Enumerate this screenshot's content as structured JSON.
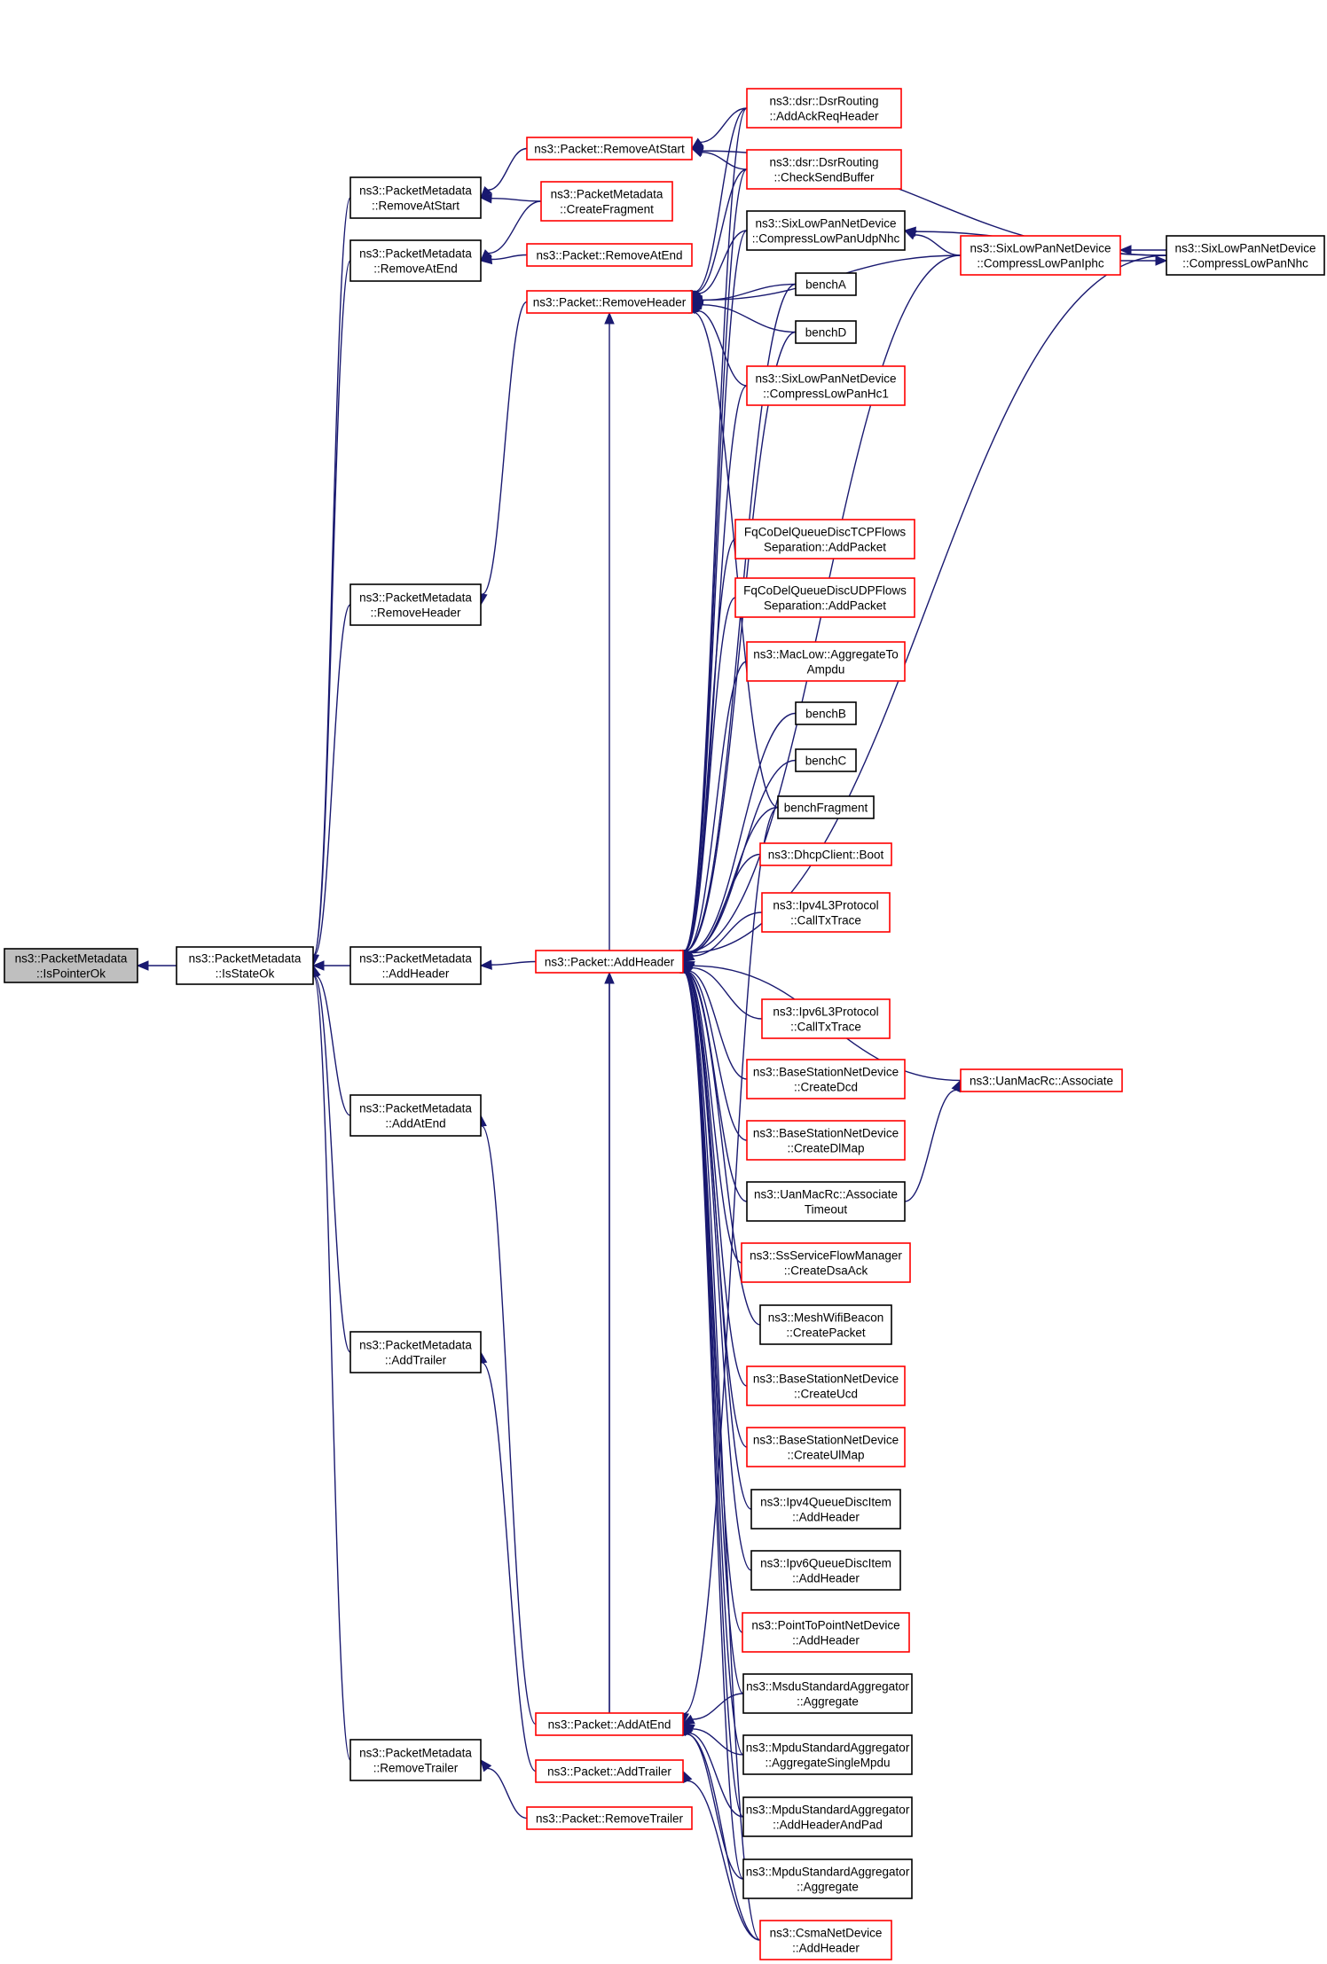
{
  "colors": {
    "edge": "#191970",
    "border_black": "#000000",
    "border_red": "#ff0000",
    "fill_focus": "#bfbfbf",
    "fill_default": "#ffffff"
  },
  "nodes": [
    {
      "id": "isPointerOk",
      "lines": [
        "ns3::PacketMetadata",
        "::IsPointerOk"
      ],
      "border": "black",
      "focus": true
    },
    {
      "id": "isStateOk",
      "lines": [
        "ns3::PacketMetadata",
        "::IsStateOk"
      ],
      "border": "black"
    },
    {
      "id": "pmRemoveAtStart",
      "lines": [
        "ns3::PacketMetadata",
        "::RemoveAtStart"
      ],
      "border": "black"
    },
    {
      "id": "pmRemoveAtEnd",
      "lines": [
        "ns3::PacketMetadata",
        "::RemoveAtEnd"
      ],
      "border": "black"
    },
    {
      "id": "pmRemoveHeader",
      "lines": [
        "ns3::PacketMetadata",
        "::RemoveHeader"
      ],
      "border": "black"
    },
    {
      "id": "pmAddHeader",
      "lines": [
        "ns3::PacketMetadata",
        "::AddHeader"
      ],
      "border": "black"
    },
    {
      "id": "pmAddAtEnd",
      "lines": [
        "ns3::PacketMetadata",
        "::AddAtEnd"
      ],
      "border": "black"
    },
    {
      "id": "pmAddTrailer",
      "lines": [
        "ns3::PacketMetadata",
        "::AddTrailer"
      ],
      "border": "black"
    },
    {
      "id": "pmRemoveTrailer",
      "lines": [
        "ns3::PacketMetadata",
        "::RemoveTrailer"
      ],
      "border": "black"
    },
    {
      "id": "pRemoveAtStart",
      "lines": [
        "ns3::Packet::RemoveAtStart"
      ],
      "border": "red"
    },
    {
      "id": "pmCreateFragment",
      "lines": [
        "ns3::PacketMetadata",
        "::CreateFragment"
      ],
      "border": "red"
    },
    {
      "id": "pRemoveAtEnd",
      "lines": [
        "ns3::Packet::RemoveAtEnd"
      ],
      "border": "red"
    },
    {
      "id": "pRemoveHeader",
      "lines": [
        "ns3::Packet::RemoveHeader"
      ],
      "border": "red"
    },
    {
      "id": "pAddHeader",
      "lines": [
        "ns3::Packet::AddHeader"
      ],
      "border": "red"
    },
    {
      "id": "pAddAtEnd",
      "lines": [
        "ns3::Packet::AddAtEnd"
      ],
      "border": "red"
    },
    {
      "id": "pAddTrailer",
      "lines": [
        "ns3::Packet::AddTrailer"
      ],
      "border": "red"
    },
    {
      "id": "pRemoveTrailer",
      "lines": [
        "ns3::Packet::RemoveTrailer"
      ],
      "border": "red"
    },
    {
      "id": "dsrAddAck",
      "lines": [
        "ns3::dsr::DsrRouting",
        "::AddAckReqHeader"
      ],
      "border": "red"
    },
    {
      "id": "dsrCheckSend",
      "lines": [
        "ns3::dsr::DsrRouting",
        "::CheckSendBuffer"
      ],
      "border": "red"
    },
    {
      "id": "sixUdpNhc",
      "lines": [
        "ns3::SixLowPanNetDevice",
        "::CompressLowPanUdpNhc"
      ],
      "border": "black"
    },
    {
      "id": "benchA",
      "lines": [
        "benchA"
      ],
      "border": "black"
    },
    {
      "id": "benchD",
      "lines": [
        "benchD"
      ],
      "border": "black"
    },
    {
      "id": "sixHc1",
      "lines": [
        "ns3::SixLowPanNetDevice",
        "::CompressLowPanHc1"
      ],
      "border": "red"
    },
    {
      "id": "fqTcp",
      "lines": [
        "FqCoDelQueueDiscTCPFlows",
        "Separation::AddPacket"
      ],
      "border": "red"
    },
    {
      "id": "fqUdp",
      "lines": [
        "FqCoDelQueueDiscUDPFlows",
        "Separation::AddPacket"
      ],
      "border": "red"
    },
    {
      "id": "macLow",
      "lines": [
        "ns3::MacLow::AggregateTo",
        "Ampdu"
      ],
      "border": "red"
    },
    {
      "id": "benchB",
      "lines": [
        "benchB"
      ],
      "border": "black"
    },
    {
      "id": "benchC",
      "lines": [
        "benchC"
      ],
      "border": "black"
    },
    {
      "id": "benchFragment",
      "lines": [
        "benchFragment"
      ],
      "border": "black"
    },
    {
      "id": "dhcpBoot",
      "lines": [
        "ns3::DhcpClient::Boot"
      ],
      "border": "red"
    },
    {
      "id": "ipv4CallTx",
      "lines": [
        "ns3::Ipv4L3Protocol",
        "::CallTxTrace"
      ],
      "border": "red"
    },
    {
      "id": "ipv6CallTx",
      "lines": [
        "ns3::Ipv6L3Protocol",
        "::CallTxTrace"
      ],
      "border": "red"
    },
    {
      "id": "bsCreateDcd",
      "lines": [
        "ns3::BaseStationNetDevice",
        "::CreateDcd"
      ],
      "border": "red"
    },
    {
      "id": "bsCreateDlMap",
      "lines": [
        "ns3::BaseStationNetDevice",
        "::CreateDlMap"
      ],
      "border": "red"
    },
    {
      "id": "uanAssocTimeout",
      "lines": [
        "ns3::UanMacRc::Associate",
        "Timeout"
      ],
      "border": "black"
    },
    {
      "id": "ssCreateDsaAck",
      "lines": [
        "ns3::SsServiceFlowManager",
        "::CreateDsaAck"
      ],
      "border": "red"
    },
    {
      "id": "meshCreatePacket",
      "lines": [
        "ns3::MeshWifiBeacon",
        "::CreatePacket"
      ],
      "border": "black"
    },
    {
      "id": "bsCreateUcd",
      "lines": [
        "ns3::BaseStationNetDevice",
        "::CreateUcd"
      ],
      "border": "red"
    },
    {
      "id": "bsCreateUlMap",
      "lines": [
        "ns3::BaseStationNetDevice",
        "::CreateUlMap"
      ],
      "border": "red"
    },
    {
      "id": "ipv4QdAddHeader",
      "lines": [
        "ns3::Ipv4QueueDiscItem",
        "::AddHeader"
      ],
      "border": "black"
    },
    {
      "id": "ipv6QdAddHeader",
      "lines": [
        "ns3::Ipv6QueueDiscItem",
        "::AddHeader"
      ],
      "border": "black"
    },
    {
      "id": "p2pAddHeader",
      "lines": [
        "ns3::PointToPointNetDevice",
        "::AddHeader"
      ],
      "border": "red"
    },
    {
      "id": "msduAggregate",
      "lines": [
        "ns3::MsduStandardAggregator",
        "::Aggregate"
      ],
      "border": "black"
    },
    {
      "id": "mpduAggSingle",
      "lines": [
        "ns3::MpduStandardAggregator",
        "::AggregateSingleMpdu"
      ],
      "border": "black"
    },
    {
      "id": "mpduAddHdrPad",
      "lines": [
        "ns3::MpduStandardAggregator",
        "::AddHeaderAndPad"
      ],
      "border": "black"
    },
    {
      "id": "mpduAggregate",
      "lines": [
        "ns3::MpduStandardAggregator",
        "::Aggregate"
      ],
      "border": "black"
    },
    {
      "id": "csmaAddHeader",
      "lines": [
        "ns3::CsmaNetDevice",
        "::AddHeader"
      ],
      "border": "red"
    },
    {
      "id": "sixIphc",
      "lines": [
        "ns3::SixLowPanNetDevice",
        "::CompressLowPanIphc"
      ],
      "border": "red"
    },
    {
      "id": "sixNhc",
      "lines": [
        "ns3::SixLowPanNetDevice",
        "::CompressLowPanNhc"
      ],
      "border": "black"
    },
    {
      "id": "uanAssociate",
      "lines": [
        "ns3::UanMacRc::Associate"
      ],
      "border": "red"
    }
  ],
  "edges": [
    [
      "isStateOk",
      "isPointerOk"
    ],
    [
      "pmRemoveAtStart",
      "isStateOk"
    ],
    [
      "pmRemoveAtEnd",
      "isStateOk"
    ],
    [
      "pmRemoveHeader",
      "isStateOk"
    ],
    [
      "pmAddHeader",
      "isStateOk"
    ],
    [
      "pmAddAtEnd",
      "isStateOk"
    ],
    [
      "pmAddTrailer",
      "isStateOk"
    ],
    [
      "pmRemoveTrailer",
      "isStateOk"
    ],
    [
      "pRemoveAtStart",
      "pmRemoveAtStart"
    ],
    [
      "pmCreateFragment",
      "pmRemoveAtStart"
    ],
    [
      "pmCreateFragment",
      "pmRemoveAtEnd"
    ],
    [
      "pRemoveAtEnd",
      "pmRemoveAtEnd"
    ],
    [
      "pRemoveHeader",
      "pmRemoveHeader"
    ],
    [
      "pAddHeader",
      "pmAddHeader"
    ],
    [
      "pAddAtEnd",
      "pmAddAtEnd"
    ],
    [
      "pAddTrailer",
      "pmAddTrailer"
    ],
    [
      "pRemoveTrailer",
      "pmRemoveTrailer"
    ],
    [
      "dsrAddAck",
      "pRemoveAtStart"
    ],
    [
      "dsrCheckSend",
      "pRemoveAtStart"
    ],
    [
      "sixNhc",
      "pRemoveAtStart"
    ],
    [
      "dsrAddAck",
      "pRemoveHeader"
    ],
    [
      "dsrCheckSend",
      "pRemoveHeader"
    ],
    [
      "sixUdpNhc",
      "pRemoveHeader"
    ],
    [
      "benchA",
      "pRemoveHeader"
    ],
    [
      "benchD",
      "pRemoveHeader"
    ],
    [
      "sixHc1",
      "pRemoveHeader"
    ],
    [
      "sixIphc",
      "pRemoveHeader"
    ],
    [
      "benchFragment",
      "pRemoveHeader"
    ],
    [
      "pAddAtEnd",
      "pRemoveHeader"
    ],
    [
      "dsrAddAck",
      "pAddHeader"
    ],
    [
      "dsrCheckSend",
      "pAddHeader"
    ],
    [
      "sixUdpNhc",
      "pAddHeader"
    ],
    [
      "benchA",
      "pAddHeader"
    ],
    [
      "benchD",
      "pAddHeader"
    ],
    [
      "sixHc1",
      "pAddHeader"
    ],
    [
      "fqTcp",
      "pAddHeader"
    ],
    [
      "fqUdp",
      "pAddHeader"
    ],
    [
      "macLow",
      "pAddHeader"
    ],
    [
      "benchB",
      "pAddHeader"
    ],
    [
      "benchC",
      "pAddHeader"
    ],
    [
      "benchFragment",
      "pAddHeader"
    ],
    [
      "dhcpBoot",
      "pAddHeader"
    ],
    [
      "ipv4CallTx",
      "pAddHeader"
    ],
    [
      "ipv6CallTx",
      "pAddHeader"
    ],
    [
      "bsCreateDcd",
      "pAddHeader"
    ],
    [
      "bsCreateDlMap",
      "pAddHeader"
    ],
    [
      "uanAssocTimeout",
      "pAddHeader"
    ],
    [
      "ssCreateDsaAck",
      "pAddHeader"
    ],
    [
      "meshCreatePacket",
      "pAddHeader"
    ],
    [
      "bsCreateUcd",
      "pAddHeader"
    ],
    [
      "bsCreateUlMap",
      "pAddHeader"
    ],
    [
      "ipv4QdAddHeader",
      "pAddHeader"
    ],
    [
      "ipv6QdAddHeader",
      "pAddHeader"
    ],
    [
      "p2pAddHeader",
      "pAddHeader"
    ],
    [
      "msduAggregate",
      "pAddHeader"
    ],
    [
      "mpduAggSingle",
      "pAddHeader"
    ],
    [
      "mpduAddHdrPad",
      "pAddHeader"
    ],
    [
      "mpduAggregate",
      "pAddHeader"
    ],
    [
      "csmaAddHeader",
      "pAddHeader"
    ],
    [
      "sixIphc",
      "pAddHeader"
    ],
    [
      "sixNhc",
      "pAddHeader"
    ],
    [
      "uanAssociate",
      "pAddHeader"
    ],
    [
      "pAddAtEnd",
      "pAddHeader"
    ],
    [
      "sixIphc",
      "sixUdpNhc"
    ],
    [
      "sixNhc",
      "sixUdpNhc"
    ],
    [
      "sixNhc",
      "sixIphc"
    ],
    [
      "sixIphc",
      "sixNhc"
    ],
    [
      "uanAssocTimeout",
      "uanAssociate"
    ],
    [
      "benchFragment",
      "pAddAtEnd"
    ],
    [
      "msduAggregate",
      "pAddAtEnd"
    ],
    [
      "mpduAggSingle",
      "pAddAtEnd"
    ],
    [
      "mpduAddHdrPad",
      "pAddAtEnd"
    ],
    [
      "mpduAggregate",
      "pAddAtEnd"
    ],
    [
      "csmaAddHeader",
      "pAddAtEnd"
    ],
    [
      "csmaAddHeader",
      "pAddTrailer"
    ]
  ]
}
